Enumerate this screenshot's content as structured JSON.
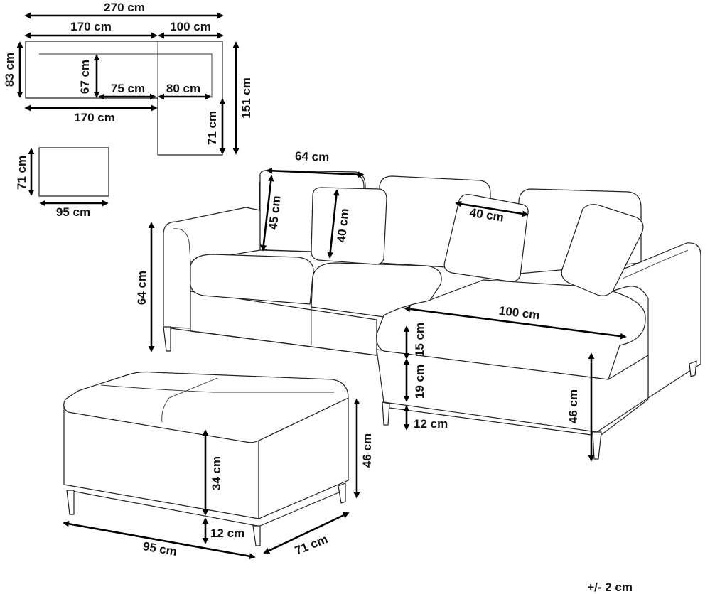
{
  "plan": {
    "total_width": "270 cm",
    "left_width": "170 cm",
    "right_width": "100 cm",
    "depth": "83 cm",
    "seat_depth": "67 cm",
    "seat_width_left": "75 cm",
    "seat_width_right": "80 cm",
    "bottom_width": "170 cm",
    "chaise_extension": "71 cm",
    "total_depth": "151 cm"
  },
  "ottoman_plan": {
    "depth": "71 cm",
    "width": "95 cm"
  },
  "sofa": {
    "cushion_width": "64 cm",
    "cushion_height": "45 cm",
    "pillow_height": "40 cm",
    "pillow_width": "40 cm",
    "back_height": "64 cm",
    "chaise_width": "100 cm",
    "seat_cushion": "15 cm",
    "seat_base": "19 cm",
    "leg_height": "12 cm",
    "seat_height": "46 cm"
  },
  "ottoman": {
    "cushion_height": "34 cm",
    "total_height": "46 cm",
    "leg_height": "12 cm",
    "width": "95 cm",
    "depth": "71 cm"
  },
  "tolerance": "+/- 2 cm"
}
